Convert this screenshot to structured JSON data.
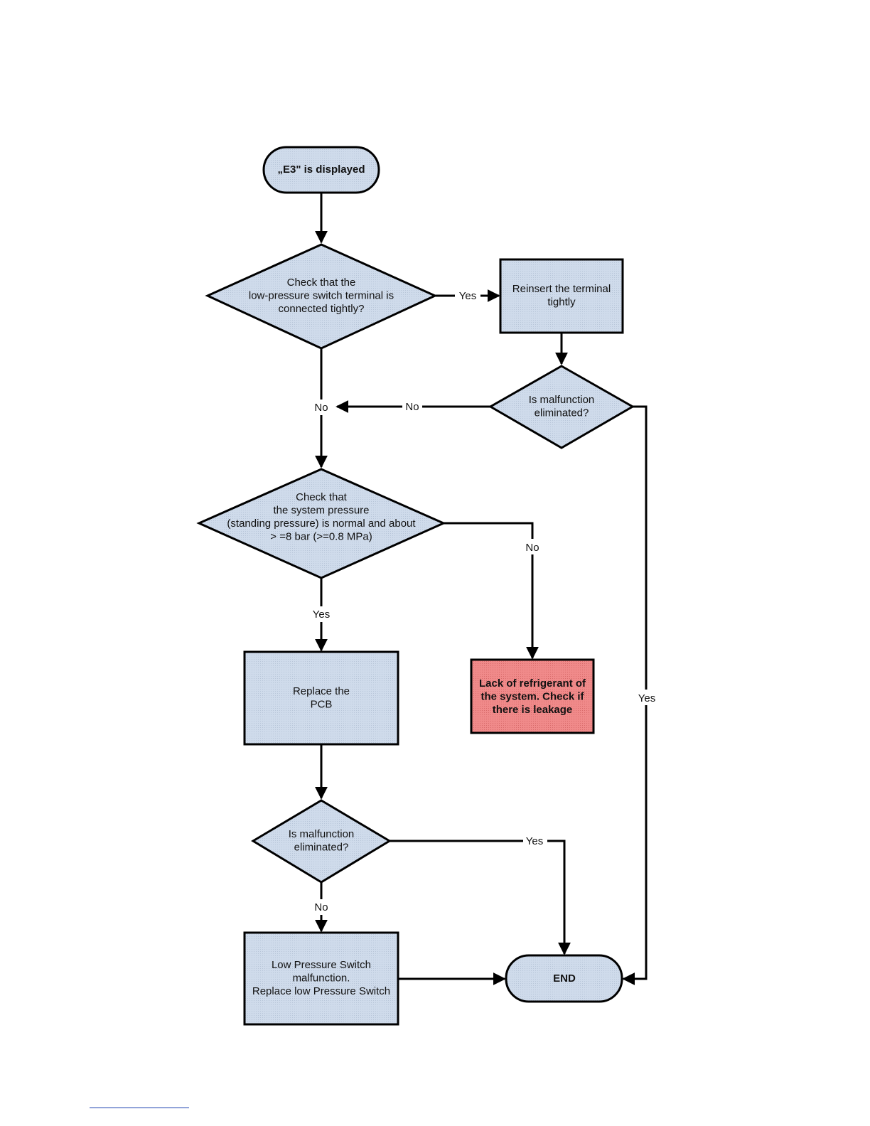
{
  "diagram": {
    "start": {
      "text": [
        "„E3\" is displayed"
      ]
    },
    "q_terminal": {
      "text": [
        "Check that the",
        "low-pressure switch terminal is",
        "connected tightly?"
      ]
    },
    "reinsert": {
      "text": [
        "Reinsert the terminal",
        "tightly"
      ]
    },
    "q_eliminated_1": {
      "text": [
        "Is malfunction",
        "eliminated?"
      ]
    },
    "q_pressure": {
      "text": [
        "Check that",
        "the system pressure",
        "(standing pressure) is normal and about",
        "> =8 bar (>=0.8 MPa)"
      ]
    },
    "replace_pcb": {
      "text": [
        "Replace the",
        "PCB"
      ]
    },
    "lack_refrigerant": {
      "text": [
        "Lack of refrigerant of",
        "the system. Check if",
        "there is leakage"
      ]
    },
    "q_eliminated_2": {
      "text": [
        "Is malfunction",
        "eliminated?"
      ]
    },
    "replace_switch": {
      "text": [
        "Low Pressure Switch",
        "malfunction.",
        "Replace low Pressure Switch"
      ]
    },
    "end": {
      "text": [
        "END"
      ]
    },
    "labels": {
      "yes_terminal": "Yes",
      "no_merge": "No",
      "no_eliminated_1": "No",
      "yes_eliminated_1": "Yes",
      "no_pressure": "No",
      "yes_pressure": "Yes",
      "yes_eliminated_2": "Yes",
      "no_eliminated_2": "No"
    }
  },
  "colors": {
    "node_fill": "#cdd9ea",
    "alert_fill": "#ef8585",
    "stroke": "#000000"
  }
}
